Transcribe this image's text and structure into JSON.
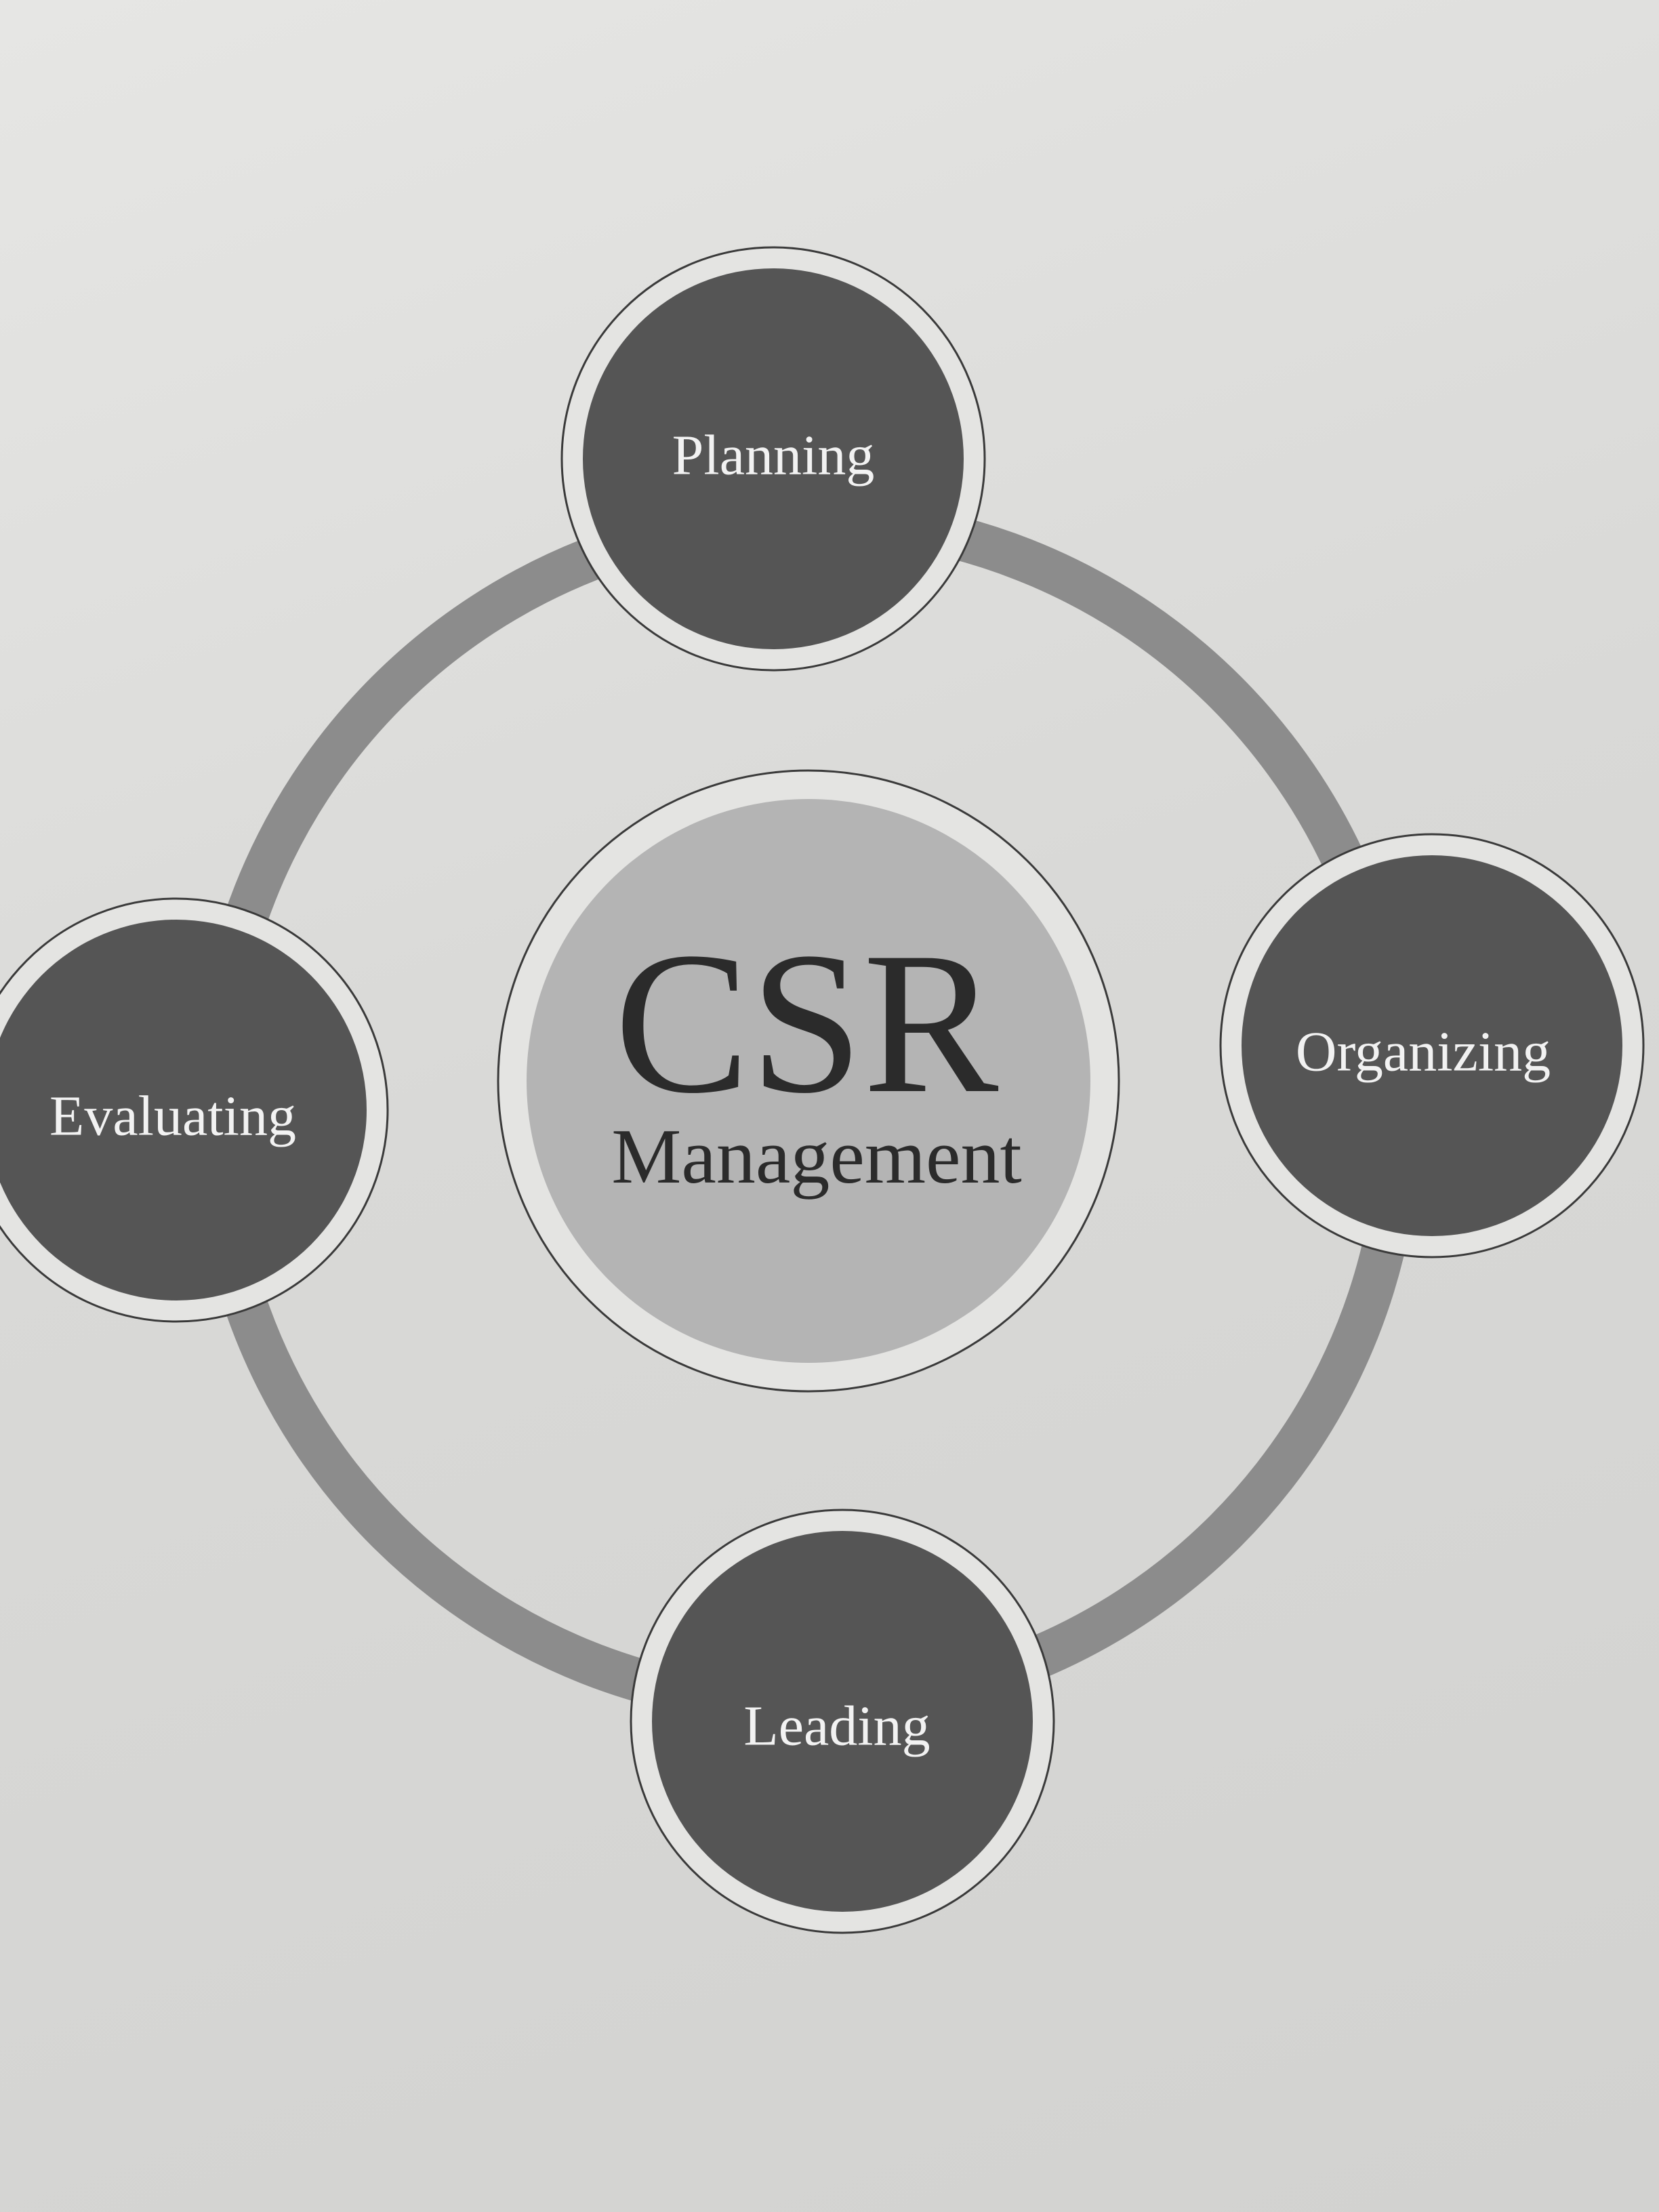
{
  "diagram": {
    "center": {
      "title": "CSR",
      "subtitle": "Management"
    },
    "nodes": [
      {
        "label": "Planning"
      },
      {
        "label": "Organizing"
      },
      {
        "label": "Leading"
      },
      {
        "label": "Evaluating"
      }
    ],
    "colors": {
      "node_fill": "#555555",
      "center_fill": "#b4b4b4",
      "ring": "#8c8c8c",
      "outline": "#3a3a3a"
    }
  }
}
